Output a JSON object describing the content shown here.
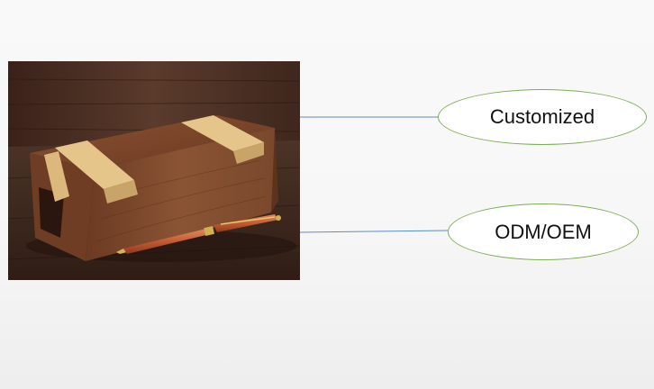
{
  "photo": {
    "subject": "wooden-box-with-pen-photo",
    "colors": {
      "background_wood": "#4a3024",
      "box_wood": "#7a4528",
      "light_wood_strips": "#e0bf84",
      "pen_body": "#c8623a",
      "pen_trim": "#d2b050"
    }
  },
  "callouts": [
    {
      "label": "Customized"
    },
    {
      "label": "ODM/OEM"
    }
  ],
  "colors": {
    "ellipse_border": "#7dae52",
    "connector_line": "#5b8cc8",
    "text": "#111111"
  }
}
